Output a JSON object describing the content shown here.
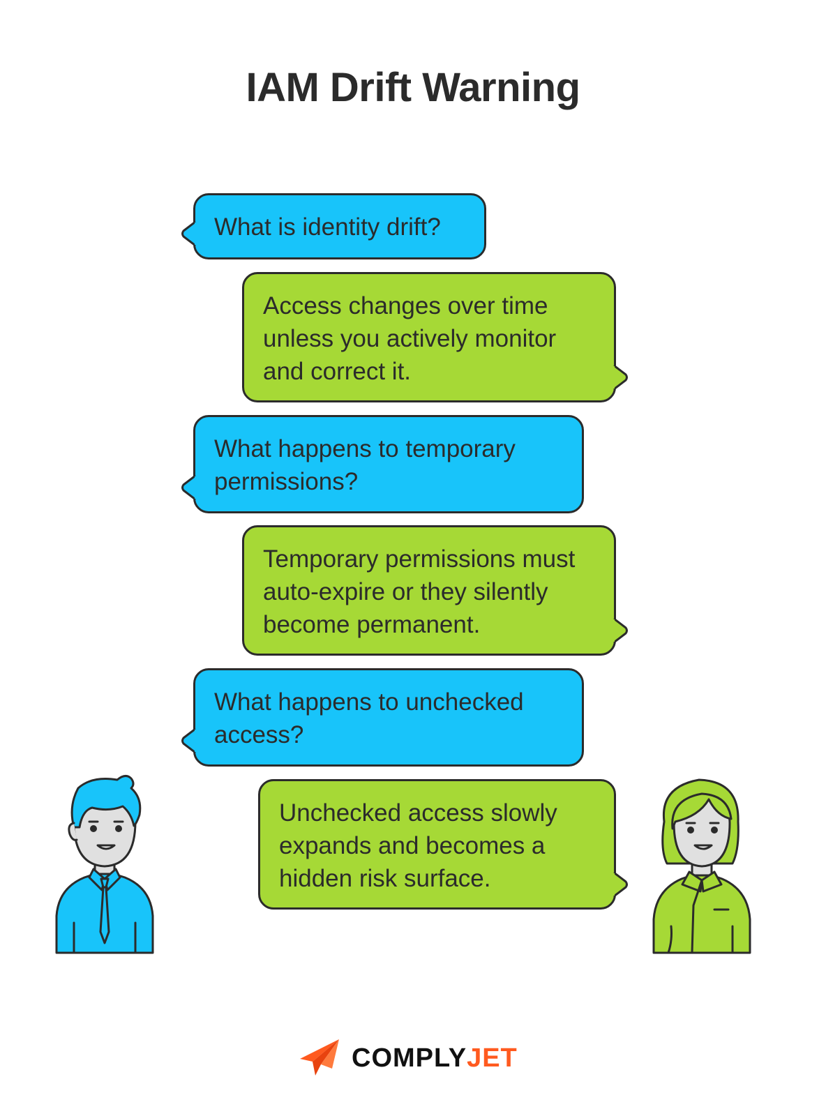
{
  "title": "IAM Drift Warning",
  "colors": {
    "question_bubble": "#18c4fa",
    "answer_bubble": "#a6d936",
    "outline": "#2b2b2b",
    "brand_orange": "#ff5a1f"
  },
  "conversation": [
    {
      "role": "question",
      "text": "What is identity drift?"
    },
    {
      "role": "answer",
      "text": "Access changes over time unless you actively monitor and correct it."
    },
    {
      "role": "question",
      "text": "What happens to temporary permissions?"
    },
    {
      "role": "answer",
      "text": "Temporary permissions must auto-expire or they silently become permanent."
    },
    {
      "role": "question",
      "text": "What happens to unchecked access?"
    },
    {
      "role": "answer",
      "text": "Unchecked access slowly expands and becomes a hidden risk surface."
    }
  ],
  "people": {
    "left": {
      "icon": "man-with-tie-icon"
    },
    "right": {
      "icon": "woman-icon"
    }
  },
  "brand": {
    "name_part1": "COMPLY",
    "name_part2": "JET",
    "icon": "paper-plane-icon"
  }
}
